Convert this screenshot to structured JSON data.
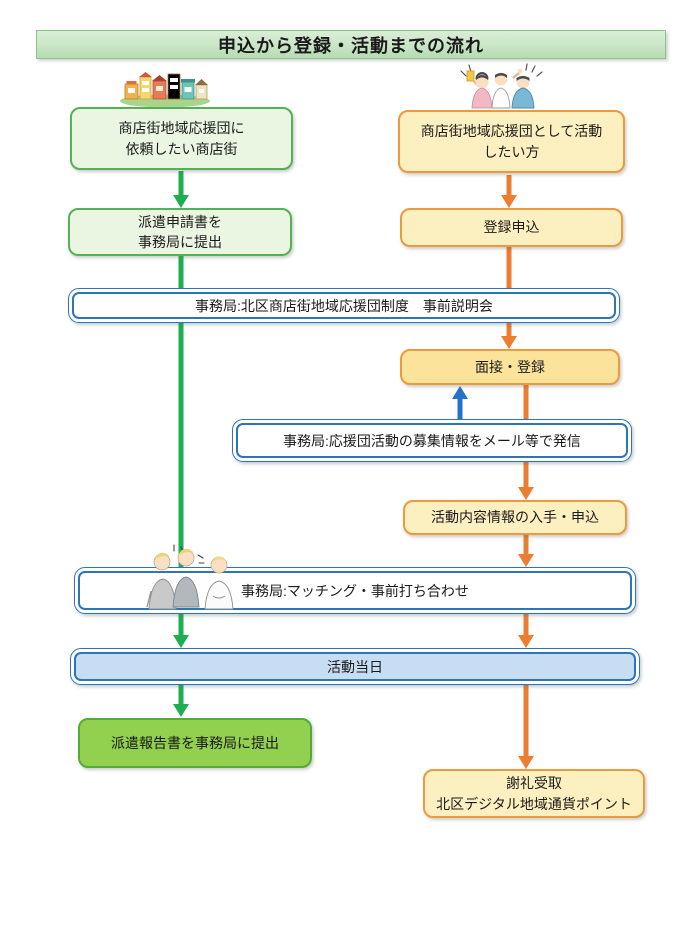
{
  "title": "申込から登録・活動までの流れ",
  "colors": {
    "green_arrow": "#1eae50",
    "green_border": "#53b257",
    "green_fill": "#eaf5e2",
    "bright_green_fill": "#92d050",
    "bright_green_border": "#54ab39",
    "orange_arrow": "#ed7d31",
    "orange_border": "#eb9a3d",
    "yellow_fill": "#fdf0c0",
    "gold_fill": "#fbe39c",
    "blue_border": "#2e75b6",
    "blue_arrow": "#2273c9",
    "blue_fill": "#c6ddf2",
    "title_grad_top": "#d8eed6",
    "title_grad_bottom": "#b5dcb1",
    "title_border": "#8cc48c"
  },
  "boxes": {
    "shotengai_actor": {
      "line1": "商店街地域応援団に",
      "line2": "依頼したい商店街"
    },
    "volunteer_actor": {
      "line1": "商店街地域応援団として活動",
      "line2": "したい方"
    },
    "dispatch_request": {
      "line1": "派遣申請書を",
      "line2": "事務局に提出"
    },
    "registration_apply": {
      "label": "登録申込"
    },
    "briefing": {
      "label": "事務局:北区商店街地域応援団制度　事前説明会"
    },
    "interview": {
      "label": "面接・登録"
    },
    "recruitment_info": {
      "label": "事務局:応援団活動の募集情報をメール等で発信"
    },
    "activity_info": {
      "label": "活動内容情報の入手・申込"
    },
    "matching": {
      "label": "事務局:マッチング・事前打ち合わせ"
    },
    "activity_day": {
      "label": "活動当日"
    },
    "dispatch_report": {
      "label": "派遣報告書を事務局に提出"
    },
    "reward": {
      "line1": "謝礼受取",
      "line2": "北区デジタル地域通貨ポイント"
    }
  },
  "illustrations": [
    {
      "name": "shopping-street-illustration"
    },
    {
      "name": "cheering-people-illustration"
    },
    {
      "name": "meeting-people-illustration"
    }
  ]
}
